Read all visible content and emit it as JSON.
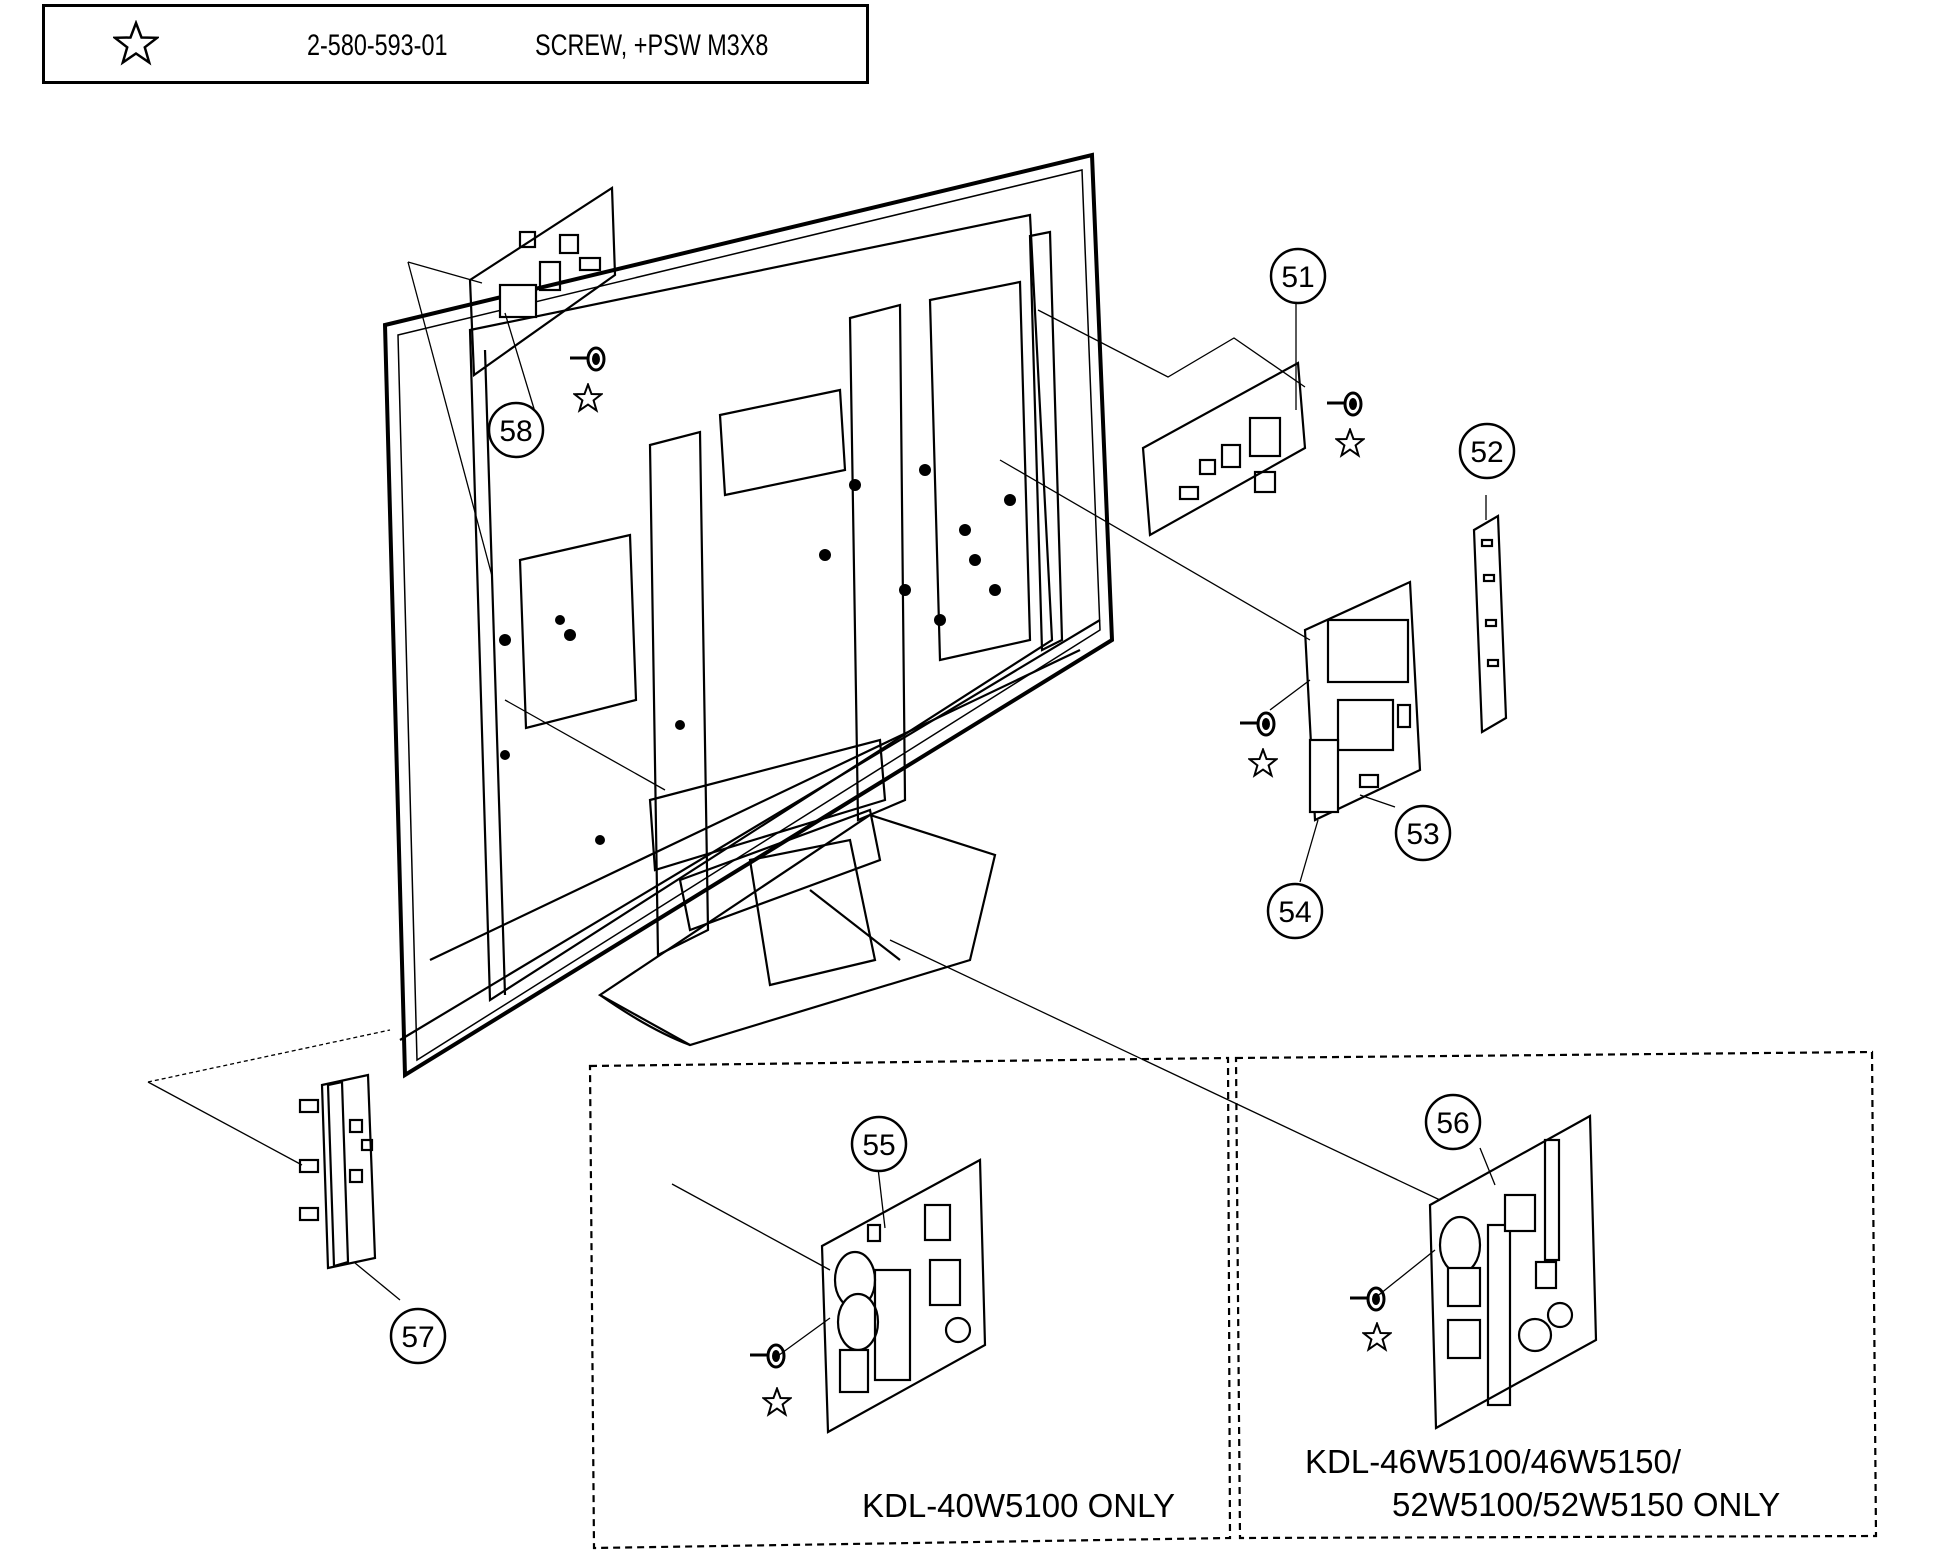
{
  "legend": {
    "symbol": "star-icon",
    "part_number": "2-580-593-01",
    "description": "SCREW, +PSW M3X8"
  },
  "callouts": {
    "c51": "51",
    "c52": "52",
    "c53": "53",
    "c54": "54",
    "c55": "55",
    "c56": "56",
    "c57": "57",
    "c58": "58"
  },
  "notes": {
    "kdl40": "KDL-40W5100 ONLY",
    "kdl46_line1": "KDL-46W5100/46W5150/",
    "kdl46_line2": "52W5100/52W5150  ONLY"
  }
}
